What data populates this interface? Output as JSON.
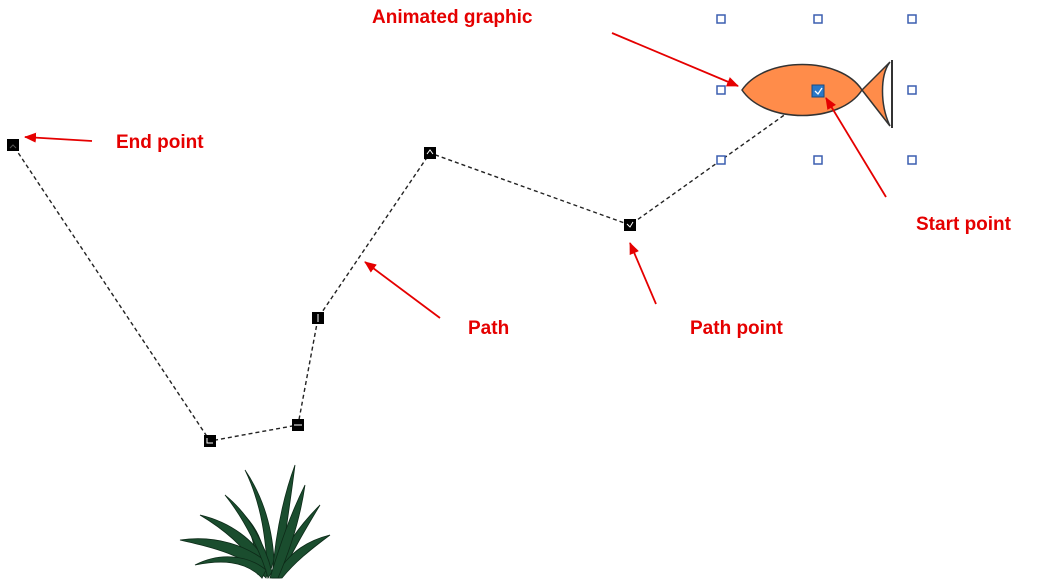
{
  "labels": {
    "animated_graphic": "Animated graphic",
    "end_point": "End point",
    "start_point": "Start point",
    "path": "Path",
    "path_point": "Path point"
  },
  "colors": {
    "callout": "#e50000",
    "path": "#222222",
    "node": "#000000",
    "handle": "#3b5fb0",
    "start_node": "#2a78c8",
    "fish_fill": "#ff8c4a",
    "fish_stroke": "#333333",
    "plant": "#1a4d2e"
  },
  "icons": {
    "animated_graphic": "fish-icon",
    "decoration": "plant-icon"
  }
}
